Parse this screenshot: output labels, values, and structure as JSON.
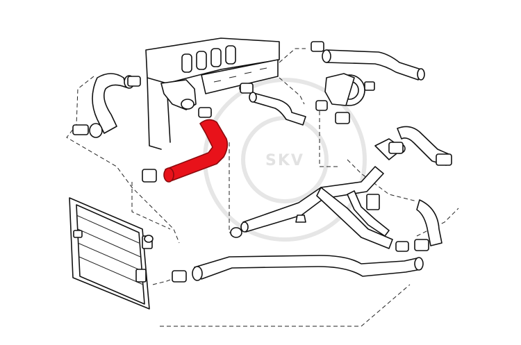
{
  "watermark": {
    "text": "SKV"
  },
  "colors": {
    "highlight": "#e8121a",
    "line": "#111111",
    "background": "#ffffff",
    "watermark": "#e2e2e2"
  },
  "parts": {
    "highlighted": "upper-radiator-hose",
    "items": [
      "engine-block",
      "thermostat-housing",
      "throttle-body",
      "radiator",
      "heater-hoses",
      "hose-clamps",
      "coolant-pipe-assembly",
      "lower-radiator-hose"
    ]
  }
}
